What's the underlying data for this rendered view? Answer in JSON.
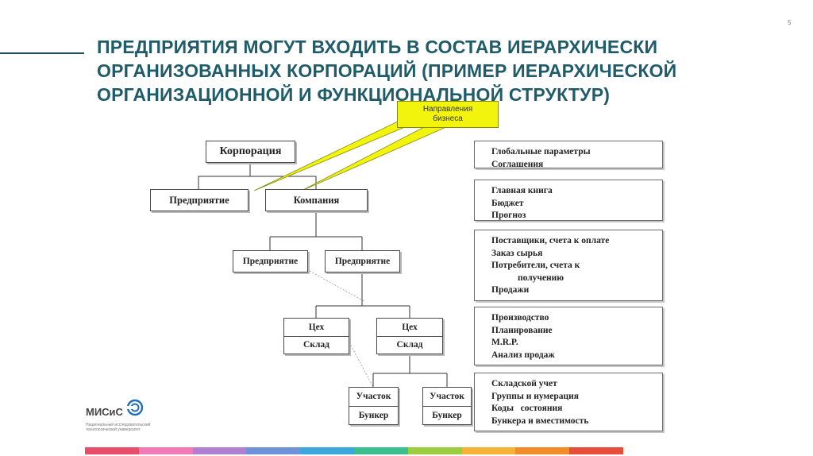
{
  "slide": {
    "page_number": "5",
    "title_lines": [
      "ПРЕДПРИЯТИЯ МОГУТ ВХОДИТЬ В СОСТАВ ИЕРАРХИЧЕСКИ",
      "ОРГАНИЗОВАННЫХ КОРПОРАЦИЙ (ПРИМЕР ИЕРАРХИЧЕСКОЙ",
      "ОРГАНИЗАЦИОННОЙ И ФУНКЦИОНАЛЬНОЙ СТРУКТУР)"
    ]
  },
  "callout": {
    "line1": "Направления",
    "line2": "бизнеса"
  },
  "hierarchy": {
    "corporation": "Корпорация",
    "enterprise_1": "Предприятие",
    "company": "Компания",
    "enterprise_2": "Предприятие",
    "enterprise_3": "Предприятие",
    "shop_1": "Цех",
    "warehouse_1": "Склад",
    "shop_2": "Цех",
    "warehouse_2": "Склад",
    "section_1": "Участок",
    "bunker_1": "Бункер",
    "section_2": "Участок",
    "bunker_2": "Бункер"
  },
  "functions": [
    [
      "Глобальные параметры",
      "Соглашения"
    ],
    [
      "Главная книга",
      "Бюджет",
      "Прогноз"
    ],
    [
      "Поставщики, счета к оплате",
      "Заказ сырья",
      "Потребители, счета к",
      "получению",
      "Продажи"
    ],
    [
      "Производство",
      "Планирование",
      "M.R.P.",
      "Анализ продаж"
    ],
    [
      "Складской учет",
      "Группы и нумерация",
      "Коды   состояния",
      "Бункера и вместимость"
    ]
  ],
  "logo": {
    "name": "МИСиС",
    "subtitle_line1": "Национальный исследовательский",
    "subtitle_line2": "технологический университет"
  },
  "colors": {
    "title": "#1f5c6a",
    "callout": "#f2f40d",
    "stripes": [
      "#e84d6a",
      "#f07ab6",
      "#b07fd0",
      "#6f91d8",
      "#3ba7dc",
      "#3bbf8f",
      "#9ccd3f",
      "#f5b335",
      "#f28c28",
      "#e84d3c"
    ]
  }
}
